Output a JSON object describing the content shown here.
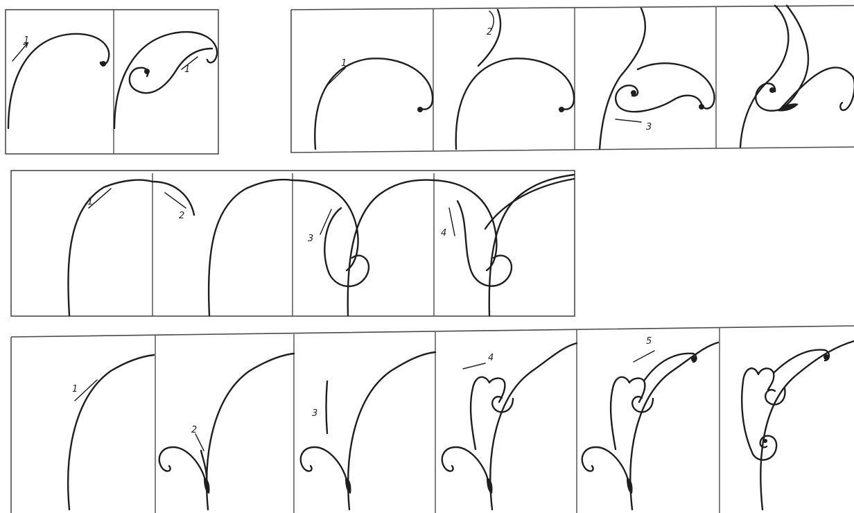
{
  "colors": {
    "ink": "#1e1e1e",
    "frame": "#4a4a4a",
    "paper": "#ffffff"
  },
  "row1a": {
    "step1": "1",
    "step2": "1"
  },
  "row1b": {
    "step1": "1",
    "step2": "2",
    "step3": "3"
  },
  "row2": {
    "step1": "1",
    "step2": "2",
    "step3": "3",
    "step4": "4"
  },
  "row3": {
    "step1": "1",
    "step2": "2",
    "step3": "3",
    "step4": "4",
    "step5": "5"
  }
}
